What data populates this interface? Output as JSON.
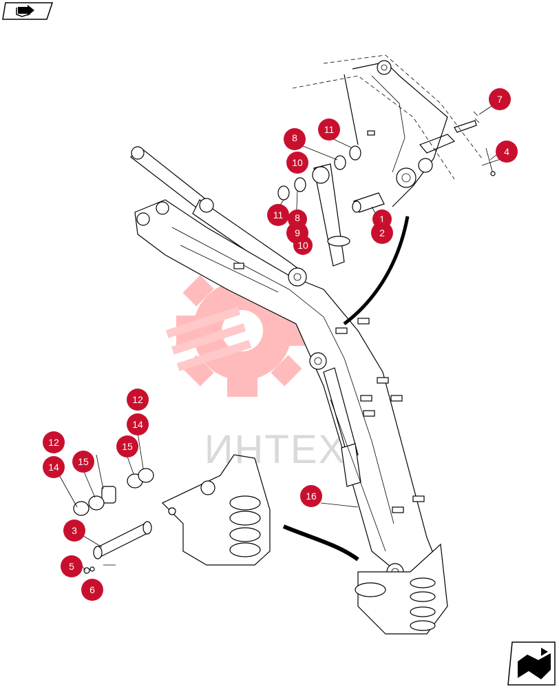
{
  "title": "",
  "watermark": {
    "text": "ИНТЕХ",
    "color": "#ff6b6b"
  },
  "callout_color": "#c8102e",
  "nav_icons": {
    "top_left": "back-book-icon",
    "bottom_right": "forward-book-icon"
  },
  "callouts": [
    {
      "id": "c7",
      "label": "7"
    },
    {
      "id": "c4",
      "label": "4"
    },
    {
      "id": "c11a",
      "label": "11"
    },
    {
      "id": "c8a",
      "label": "8"
    },
    {
      "id": "c10a",
      "label": "10"
    },
    {
      "id": "c11b",
      "label": "11"
    },
    {
      "id": "c8b",
      "label": "8"
    },
    {
      "id": "c9",
      "label": "9"
    },
    {
      "id": "c10b",
      "label": "10"
    },
    {
      "id": "c1",
      "label": "1"
    },
    {
      "id": "c2",
      "label": "2"
    },
    {
      "id": "c12a",
      "label": "12"
    },
    {
      "id": "c14a",
      "label": "14"
    },
    {
      "id": "c12b",
      "label": "12"
    },
    {
      "id": "c14b",
      "label": "14"
    },
    {
      "id": "c15a",
      "label": "15"
    },
    {
      "id": "c15b",
      "label": "15"
    },
    {
      "id": "c16",
      "label": "16"
    },
    {
      "id": "c3",
      "label": "3"
    },
    {
      "id": "c5",
      "label": "5"
    },
    {
      "id": "c6",
      "label": "6"
    }
  ]
}
